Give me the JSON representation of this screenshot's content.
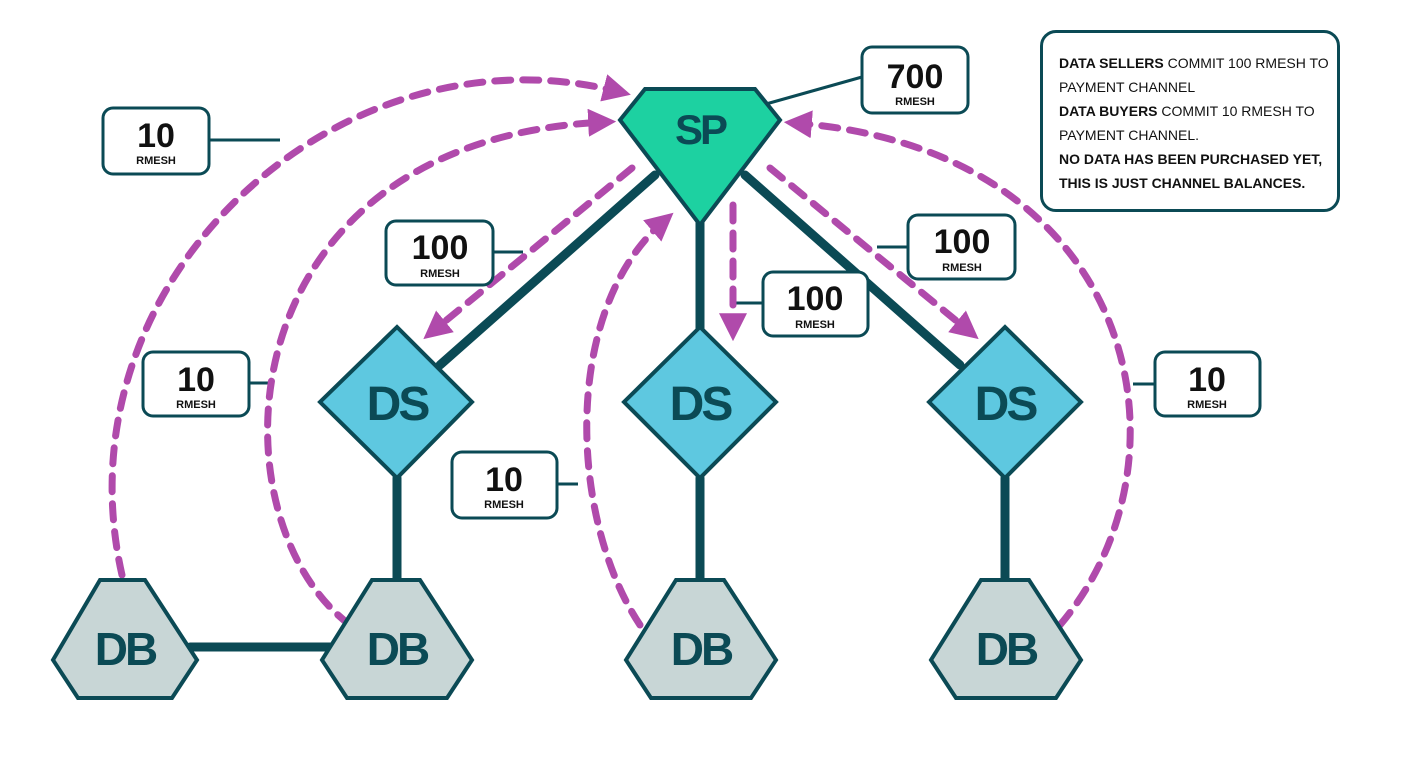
{
  "nodes": {
    "sp": {
      "label": "SP"
    },
    "ds": [
      {
        "label": "DS"
      },
      {
        "label": "DS"
      },
      {
        "label": "DS"
      }
    ],
    "db": [
      {
        "label": "DB"
      },
      {
        "label": "DB"
      },
      {
        "label": "DB"
      },
      {
        "label": "DB"
      }
    ]
  },
  "labels": {
    "sp_balance": {
      "value": "700",
      "unit": "RMESH"
    },
    "db1_outer": {
      "value": "10",
      "unit": "RMESH"
    },
    "db2_inner": {
      "value": "10",
      "unit": "RMESH"
    },
    "db3": {
      "value": "10",
      "unit": "RMESH"
    },
    "db4": {
      "value": "10",
      "unit": "RMESH"
    },
    "ds1": {
      "value": "100",
      "unit": "RMESH"
    },
    "ds2": {
      "value": "100",
      "unit": "RMESH"
    },
    "ds3": {
      "value": "100",
      "unit": "RMESH"
    }
  },
  "legend": {
    "line1_bold": "DATA SELLERS",
    "line1_rest": " COMMIT 100 RMESH TO PAYMENT CHANNEL",
    "line2_bold": "DATA BUYERS",
    "line2_rest": " COMMIT 10 RMESH TO PAYMENT CHANNEL.",
    "line3_bold": "NO DATA HAS BEEN PURCHASED YET, THIS IS JUST CHANNEL BALANCES."
  },
  "colors": {
    "sp_fill": "#1dd1a1",
    "ds_fill": "#5ec8e0",
    "db_fill": "#c8d6d6",
    "stroke": "#0b4a55",
    "arrow": "#b04aab"
  }
}
